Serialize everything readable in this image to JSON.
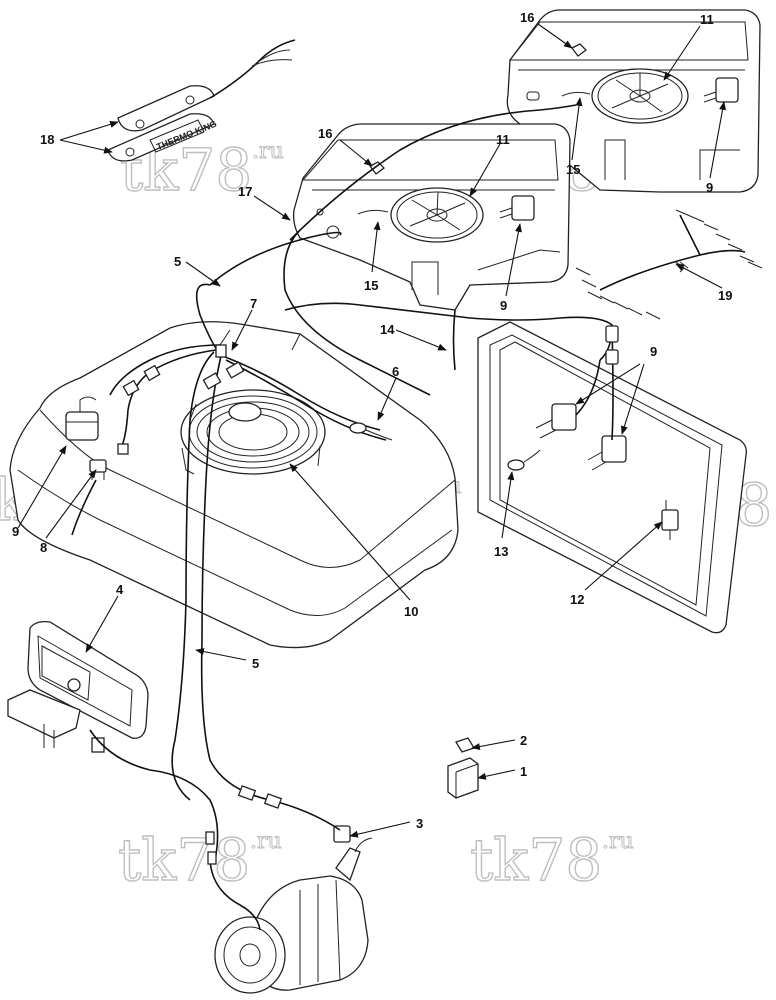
{
  "watermark": {
    "text": "tk78",
    "suffix": ".ru"
  },
  "callouts": {
    "c1": "1",
    "c2": "2",
    "c3": "3",
    "c4": "4",
    "c5a": "5",
    "c5b": "5",
    "c6": "6",
    "c7": "7",
    "c8": "8",
    "c9a": "9",
    "c9b": "9",
    "c9c": "9",
    "c9d": "9",
    "c10": "10",
    "c11a": "11",
    "c11b": "11",
    "c12": "12",
    "c13": "13",
    "c14": "14",
    "c15a": "15",
    "c15b": "15",
    "c16a": "16",
    "c16b": "16",
    "c17": "17",
    "c18": "18",
    "c19": "19"
  },
  "sensor_label": "THERMO KING"
}
